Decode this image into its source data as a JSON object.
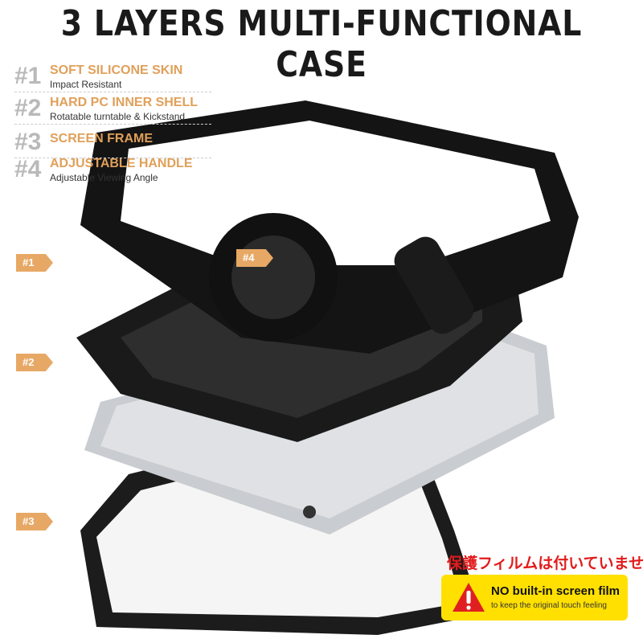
{
  "title": "3 LAYERS MULTI-FUNCTIONAL CASE",
  "features": [
    {
      "num": "#1",
      "head": "SOFT SILICONE SKIN",
      "sub": "Impact Resistant"
    },
    {
      "num": "#2",
      "head": "HARD PC INNER SHELL",
      "sub": "Rotatable turntable & Kickstand"
    },
    {
      "num": "#3",
      "head": "SCREEN FRAME",
      "sub": ""
    },
    {
      "num": "#4",
      "head": "ADJUSTABLE HANDLE",
      "sub": "Adjustable Viewing Angle"
    }
  ],
  "callouts": [
    "#1",
    "#2",
    "#3",
    "#4"
  ],
  "notice": {
    "japanese": "保護フィルムは付いていません",
    "headline": "NO built-in screen film",
    "subline": "to keep the original touch feeling",
    "icon": "warning-triangle-icon"
  },
  "colors": {
    "accent": "#e7a865",
    "warning_bg": "#ffe000",
    "warning_red": "#e21b1b"
  }
}
